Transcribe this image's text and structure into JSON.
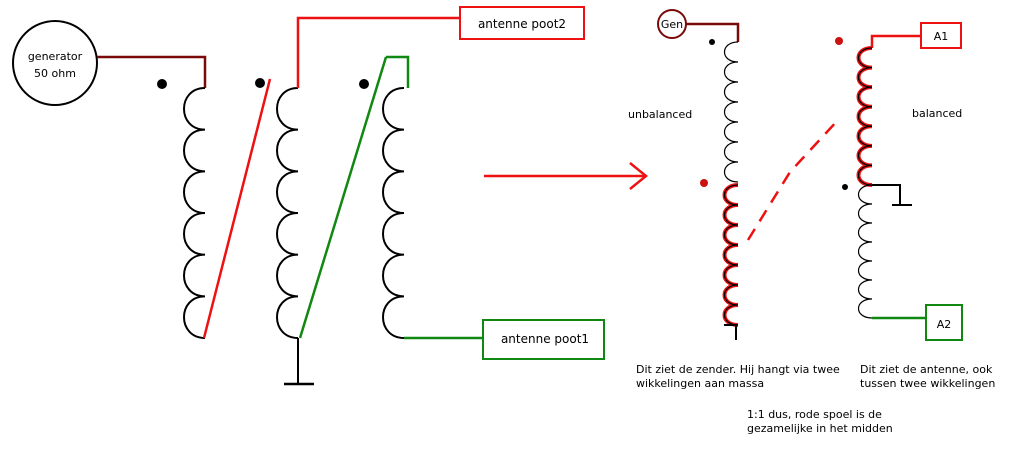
{
  "labels": {
    "generator_line1": "generator",
    "generator_line2": "50 ohm",
    "antenne_poot2": "antenne poot2",
    "antenne_poot1": "antenne poot1",
    "gen": "Gen",
    "a1": "A1",
    "a2": "A2",
    "unbalanced": "unbalanced",
    "balanced": "balanced"
  },
  "notes": {
    "zender": "Dit ziet de zender. Hij hangt via twee\nwikkelingen aan massa",
    "antenne": "Dit ziet de antenne, ook\ntussen twee wikkelingen",
    "summary": "1:1 dus, rode spoel is de\ngezamelijke in het midden"
  },
  "colors": {
    "red": "#ee1111",
    "green": "#118811",
    "darkred": "#7a0a0a",
    "black": "#000000"
  }
}
